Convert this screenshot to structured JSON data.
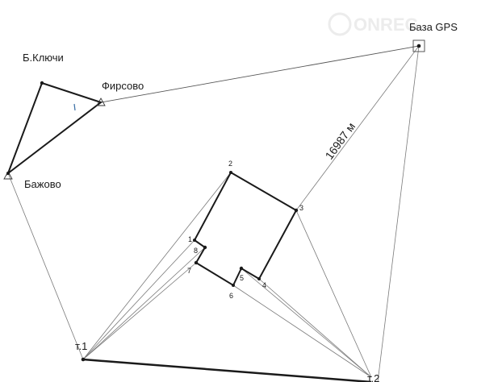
{
  "watermark": "ONREG",
  "stations": {
    "gps_base": "База GPS",
    "b_klyuchi": "Б.Ключи",
    "firsovo": "Фирсово",
    "bazhovo": "Бажово",
    "t1": "т.1",
    "t2": "т.2"
  },
  "distance_label": "16987 м",
  "parcel_points": [
    "1",
    "2",
    "3",
    "4",
    "5",
    "6",
    "7",
    "8"
  ],
  "colors": {
    "line": "#1a1a1a",
    "thin_line": "#7a7a7a",
    "accent_mark": "#3a6ea5"
  },
  "icons": {
    "gps_base": "square-station-icon",
    "firsovo": "triangle-station-icon",
    "bazhovo": "triangle-station-icon",
    "t1": "dot-icon",
    "t2": "dot-icon"
  }
}
